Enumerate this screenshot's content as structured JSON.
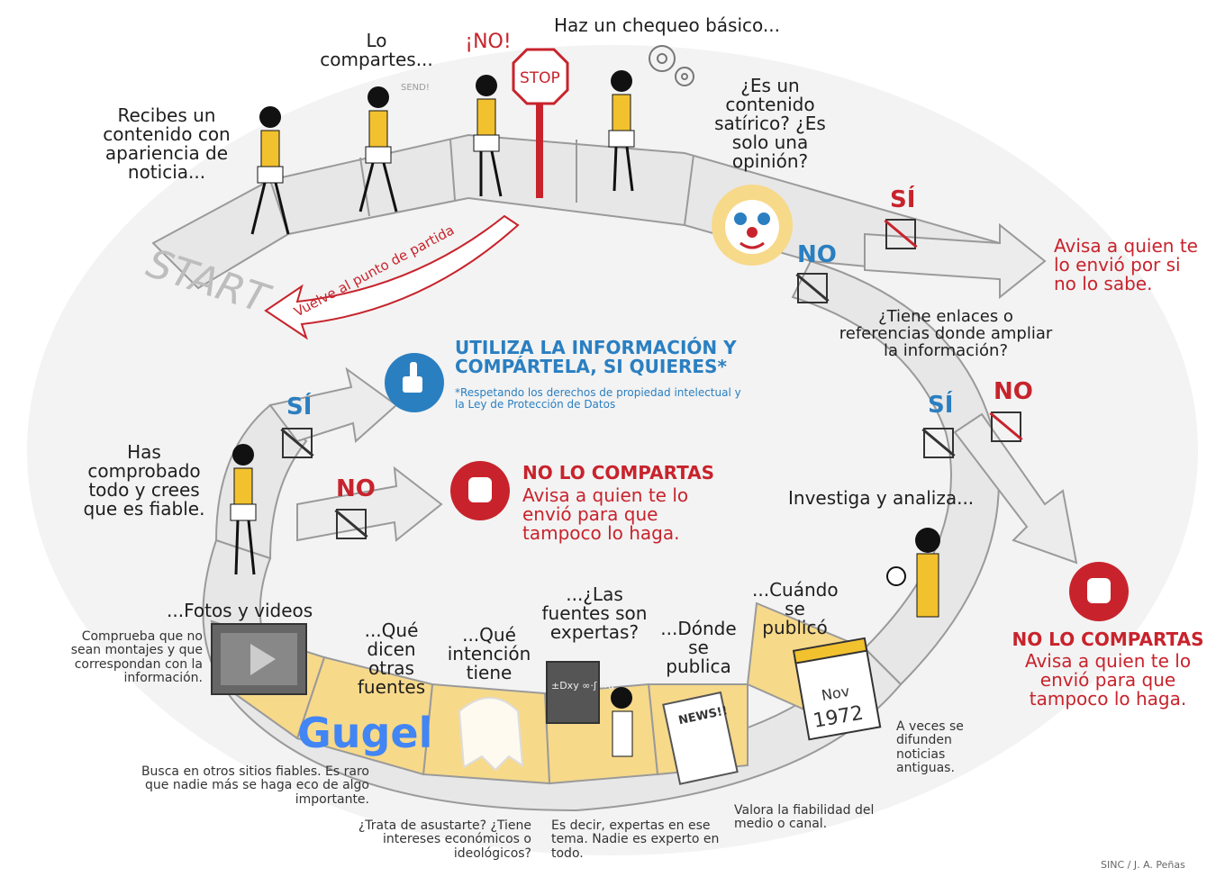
{
  "start_label": "START",
  "return_label": "Vuelve al punto de partida",
  "steps": {
    "receive": "Recibes un contenido con apariencia de noticia...",
    "share": "Lo compartes...",
    "send_sfx": "SEND!",
    "no_exclaim": "¡NO!",
    "stop_sign": "STOP",
    "basic_check": "Haz un chequeo básico...",
    "satire_question": "¿Es un contenido satírico? ¿Es solo una opinión?",
    "links_question": "¿Tiene enlaces o referencias donde ampliar la información?",
    "investigate": "Investiga y analiza...",
    "when_published": "...Cuándo se publicó",
    "old_news_note": "A veces se difunden noticias antiguas.",
    "where_published": "...Dónde se publica",
    "medium_note": "Valora la fiabilidad del medio o canal.",
    "expert_sources": "...¿Las fuentes son expertas?",
    "expert_note": "Es decir, expertas en ese tema. Nadie es experto en todo.",
    "intention": "...Qué intención tiene",
    "intention_note": "¿Trata de asustarte? ¿Tiene intereses económicos o ideológicos?",
    "other_sources": "...Qué dicen otras fuentes",
    "other_sources_note": "Busca en otros sitios fiables. Es raro que nadie más se haga eco de algo importante.",
    "photos_videos": "...Fotos y videos",
    "photos_note": "Comprueba que no sean montajes y que correspondan con la información.",
    "verified": "Has comprobado todo y crees que es fiable."
  },
  "branches": {
    "si": "SÍ",
    "no": "NO",
    "notify_satire": "Avisa a quien te lo envió por si no lo sabe.",
    "use_info_title": "UTILIZA LA INFORMACIÓN Y COMPÁRTELA, SI QUIERES*",
    "use_info_note": "*Respetando los derechos de propiedad intelectual y la Ley de Protección de Datos",
    "dont_share_title": "NO LO COMPARTAS",
    "dont_share_body": "Avisa a quien te lo envió para que tampoco lo haga."
  },
  "illustrations": {
    "search_logo": "Gugel",
    "calendar_month": "Nov",
    "calendar_year": "1972",
    "newspaper": "NEWS!!",
    "chalkboard": "±Dxy ∞·ʃ ∞a"
  },
  "credit": "SINC / J. A. Peñas",
  "colors": {
    "red": "#c8232c",
    "blue": "#2a7fc1",
    "path_grey": "#e7e7e7",
    "tile_yellow": "#f7d98a",
    "figure_yellow": "#f2c12e"
  }
}
